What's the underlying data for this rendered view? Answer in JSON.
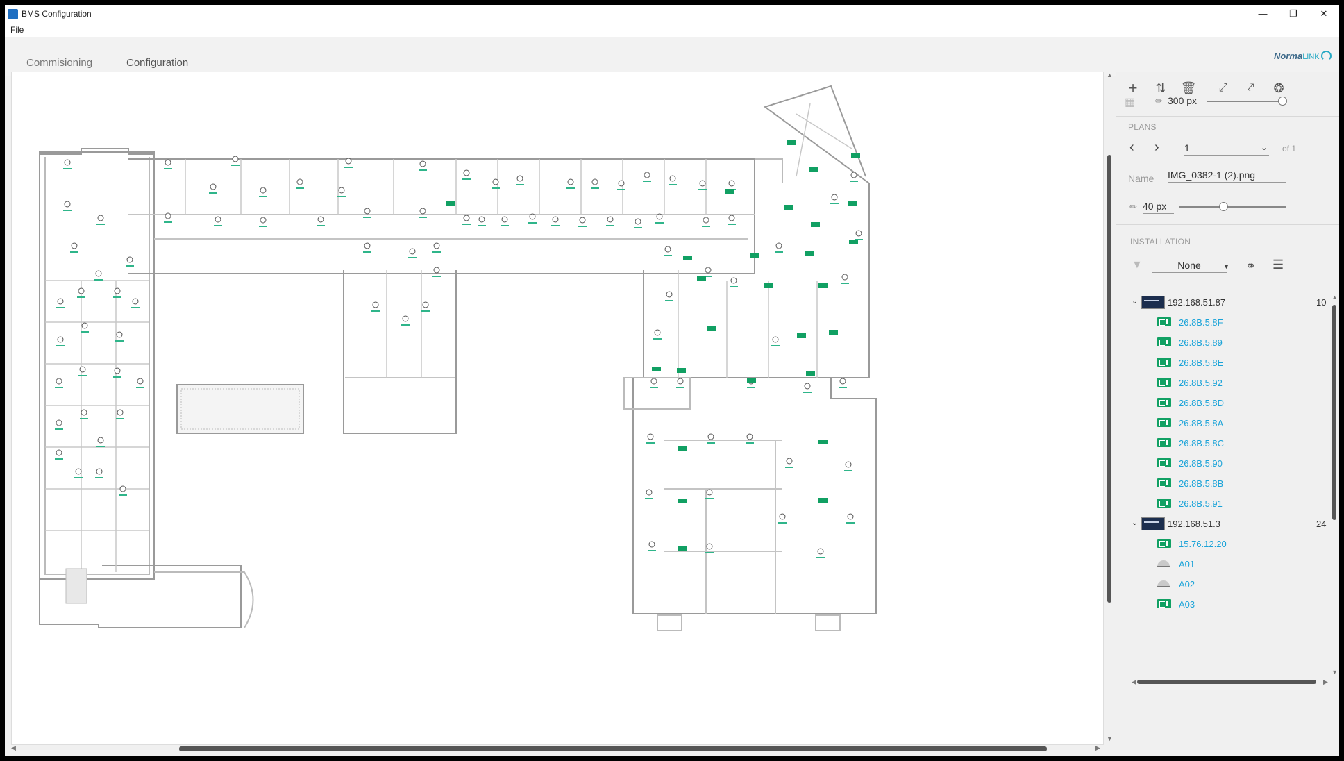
{
  "window": {
    "title": "BMS Configuration",
    "menu": [
      "File"
    ]
  },
  "tabs": [
    {
      "label": "Commisioning",
      "active": false
    },
    {
      "label": "Configuration",
      "active": true
    }
  ],
  "brand": {
    "name_a": "Norma",
    "name_b": "LINK",
    "color": "#27a9c4"
  },
  "toolbar": {
    "icons": [
      "plus-icon",
      "sort-icon",
      "trash-icon",
      "expand-icon",
      "compress-icon",
      "aperture-icon"
    ],
    "grid_size": "300 px"
  },
  "plans": {
    "title": "PLANS",
    "page": "1",
    "of_label": "of 1",
    "name_label": "Name",
    "name_value": "IMG_0382-1 (2).png",
    "icon_size": "40 px"
  },
  "installation": {
    "title": "INSTALLATION",
    "filter_value": "None"
  },
  "tree": [
    {
      "type": "device",
      "ip": "192.168.51.87",
      "count": "10"
    },
    {
      "type": "exit",
      "label": "26.8B.5.8F"
    },
    {
      "type": "exit",
      "label": "26.8B.5.89"
    },
    {
      "type": "exit",
      "label": "26.8B.5.8E"
    },
    {
      "type": "exit",
      "label": "26.8B.5.92"
    },
    {
      "type": "exit",
      "label": "26.8B.5.8D"
    },
    {
      "type": "exit",
      "label": "26.8B.5.8A"
    },
    {
      "type": "exit",
      "label": "26.8B.5.8C"
    },
    {
      "type": "exit",
      "label": "26.8B.5.90"
    },
    {
      "type": "exit",
      "label": "26.8B.5.8B"
    },
    {
      "type": "exit",
      "label": "26.8B.5.91"
    },
    {
      "type": "device",
      "ip": "192.168.51.3",
      "count": "24"
    },
    {
      "type": "exit",
      "label": "15.76.12.20"
    },
    {
      "type": "lamp",
      "label": "A01"
    },
    {
      "type": "lamp",
      "label": "A02"
    },
    {
      "type": "exit",
      "label": "A03"
    }
  ],
  "colors": {
    "exit_green": "#11a063",
    "link_blue": "#1aa3d8",
    "teal_underline": "#2fb58a"
  }
}
